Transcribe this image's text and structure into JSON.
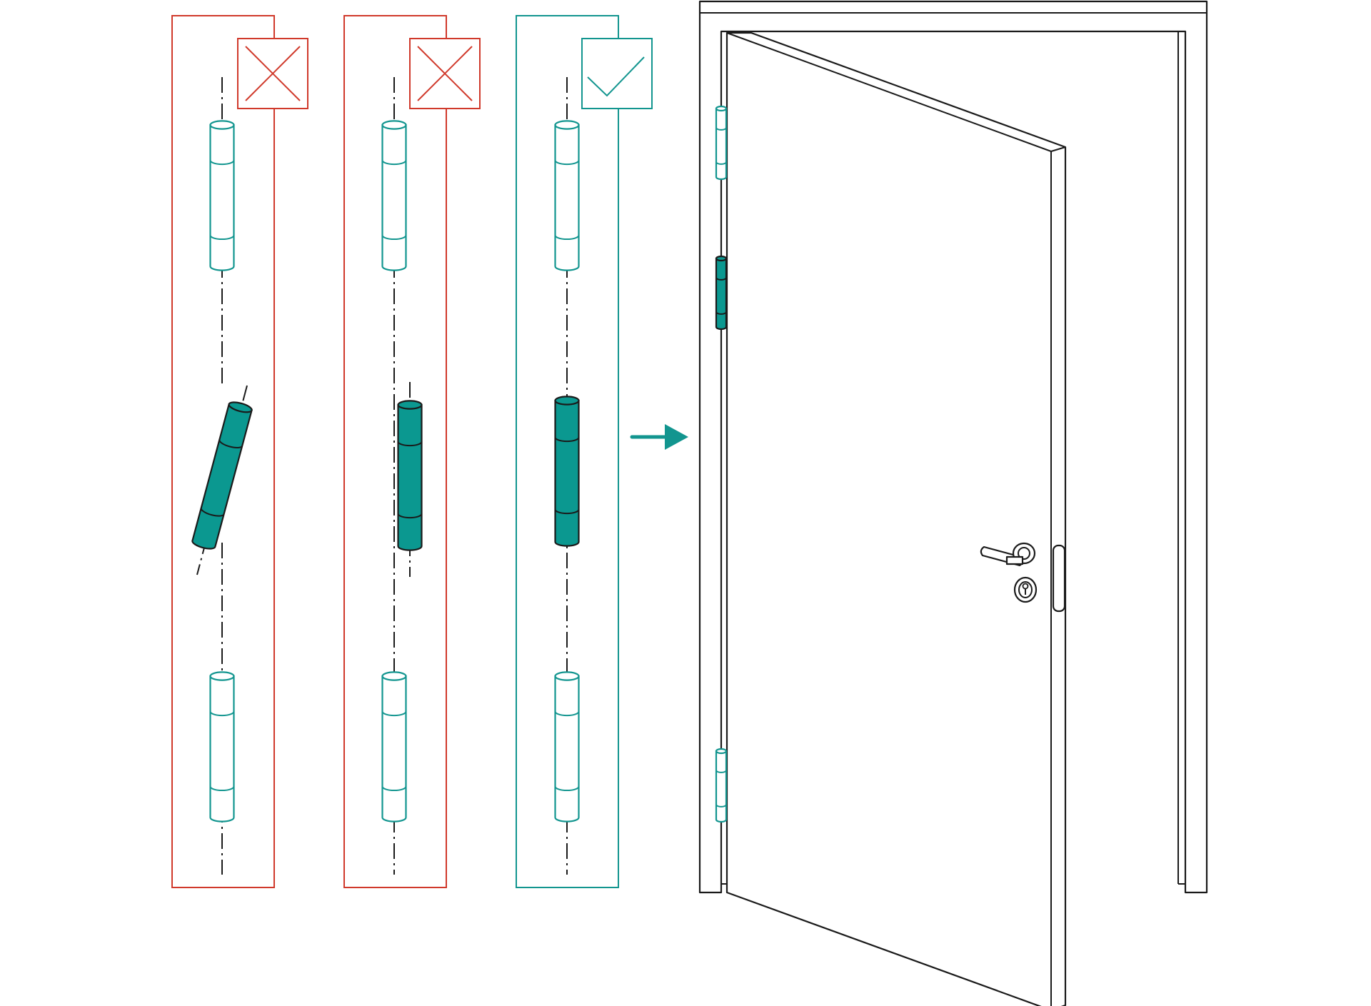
{
  "colors": {
    "wrong": "#d0392b",
    "correct": "#12958f",
    "hinge_fill": "#0b9890",
    "hinge_outline": "#1a1a1a",
    "line": "#1a1a1a",
    "background": "#ffffff"
  },
  "panels": [
    {
      "status": "wrong",
      "icon": "cross-icon",
      "middle_hinge": "tilted-off-axis"
    },
    {
      "status": "wrong",
      "icon": "cross-icon",
      "middle_hinge": "offset-from-axis"
    },
    {
      "status": "correct",
      "icon": "check-icon",
      "middle_hinge": "aligned-on-axis"
    }
  ],
  "arrow": {
    "icon": "arrow-right-icon"
  },
  "door": {
    "hinges": [
      "upper-hinge",
      "middle-hinge-highlighted",
      "lower-hinge"
    ],
    "hardware": [
      "lever-handle",
      "keyhole-escutcheon",
      "latch-plate"
    ]
  }
}
